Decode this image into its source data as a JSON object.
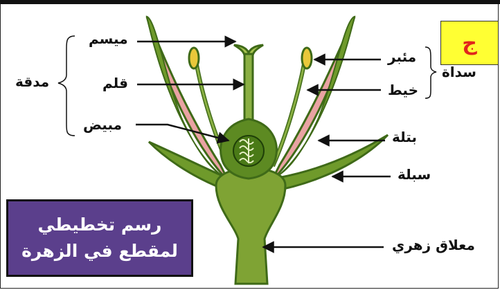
{
  "badge": "ج",
  "labels": {
    "stigma": "ميسم",
    "style": "قلم",
    "ovary": "مبيض",
    "pistil": "مدقة",
    "anther": "مئبر",
    "filament": "خيط",
    "stamen": "سداة",
    "petal": "بتلة",
    "sepal": "سبلة",
    "pedicel": "معلاق زهري"
  },
  "caption": {
    "line1": "رسم تخطيطي",
    "line2": "لمقطع في الزهرة"
  },
  "colors": {
    "plant_green": "#6f9a2b",
    "plant_dark": "#3f6a18",
    "petal_pink": "#e9a3a3",
    "anther_yellow": "#e9c83a",
    "caption_bg": "#5b3f8c",
    "badge_bg": "#ffff33",
    "badge_text": "#e1261c"
  }
}
